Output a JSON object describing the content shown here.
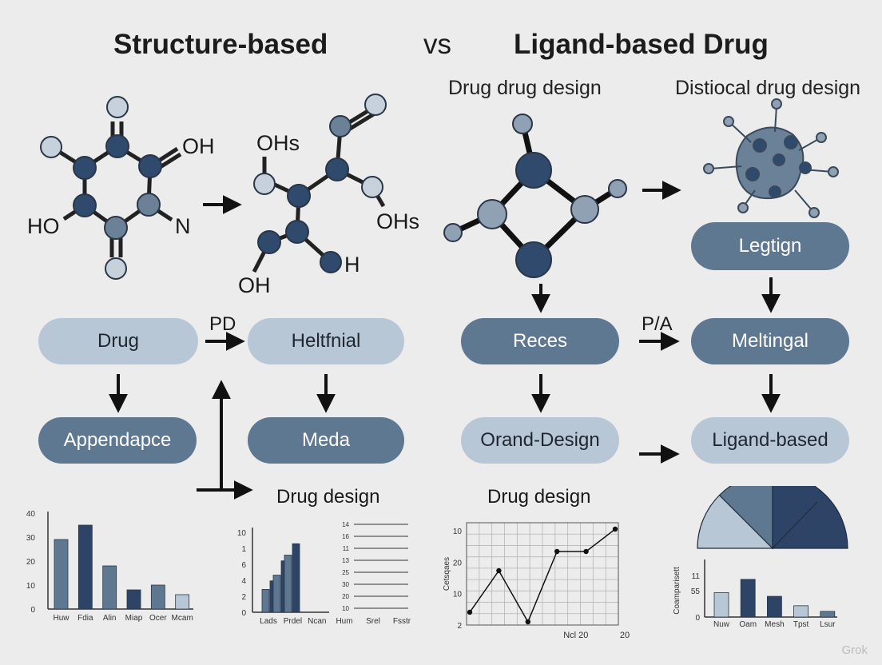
{
  "title": {
    "left": "Structure-based",
    "vs": "vs",
    "right": "Ligand-based Drug"
  },
  "subtitles": {
    "a": "Drug drug design",
    "b": "Distiocal drug design"
  },
  "molecule_labels": {
    "oh1": "OH",
    "ho1": "HO",
    "n1": "N",
    "ohs1": "OHs",
    "ohs2": "OHs",
    "h1": "H",
    "oh2": "OH"
  },
  "nodes": {
    "drug": "Drug",
    "heltfnial": "Heltfnial",
    "appendapce": "Appendapce",
    "meda": "Meda",
    "reces": "Reces",
    "orand": "Orand-Design",
    "legtign": "Legtign",
    "meltingal": "Meltingal",
    "ligand": "Ligand-based"
  },
  "edge_labels": {
    "pd": "PD",
    "pa": "P/A"
  },
  "sections": {
    "s1": "Drug design",
    "s2": "Drug design"
  },
  "colors": {
    "dark": "#2f4a6d",
    "mid": "#5f7892",
    "light": "#b8c7d6",
    "navy": "#2d4466"
  },
  "chart_data": [
    {
      "type": "bar",
      "categories": [
        "Huw",
        "Fdia",
        "Alin",
        "Miap",
        "Ocer",
        "Mcam"
      ],
      "values": [
        29,
        35,
        18,
        8,
        10,
        6
      ],
      "ylim": [
        0,
        40
      ],
      "yticks": [
        "0",
        "10",
        "20",
        "30",
        "40"
      ]
    },
    {
      "type": "bar",
      "categories": [
        "Lads",
        "Prdel",
        "Ncan"
      ],
      "series": [
        {
          "values": [
            4,
            6.5,
            10
          ]
        },
        {
          "values": [
            5.5,
            9,
            12
          ]
        }
      ],
      "ylim": [
        0,
        14
      ],
      "yticks": [
        "0",
        "2",
        "4",
        "6",
        "1",
        "10"
      ]
    },
    {
      "type": "table",
      "rows": [
        "14",
        "16",
        "11",
        "13",
        "25",
        "30",
        "20",
        "10"
      ],
      "xlabels": [
        "Hum",
        "Srel",
        "Fsstr"
      ]
    },
    {
      "type": "line",
      "ylabel": "Cetsqaes",
      "yticks": [
        "2",
        "10",
        "20",
        "10"
      ],
      "xticks": [
        "Ncl 20",
        "20"
      ],
      "x": [
        0,
        1,
        2,
        3,
        4,
        5
      ],
      "y": [
        2,
        8.5,
        0.5,
        11.5,
        11.5,
        15
      ],
      "ylim": [
        0,
        16
      ]
    },
    {
      "type": "pie",
      "values": [
        25,
        25,
        50
      ],
      "colors": [
        "#b8c7d6",
        "#5f7892",
        "#2d4466"
      ]
    },
    {
      "type": "bar",
      "ylabel": "Coamparisett",
      "categories": [
        "Nuw",
        "Oam",
        "Mesh",
        "Tpst",
        "Lsur"
      ],
      "values": [
        6.5,
        10,
        5.5,
        3,
        1.5
      ],
      "colors": [
        "#b8c7d6",
        "#2d4466",
        "#2d4466",
        "#b8c7d6",
        "#5f7892"
      ],
      "ylim": [
        0,
        14
      ],
      "yticks": [
        "0",
        "55",
        "11"
      ]
    }
  ],
  "watermark": "Grok"
}
